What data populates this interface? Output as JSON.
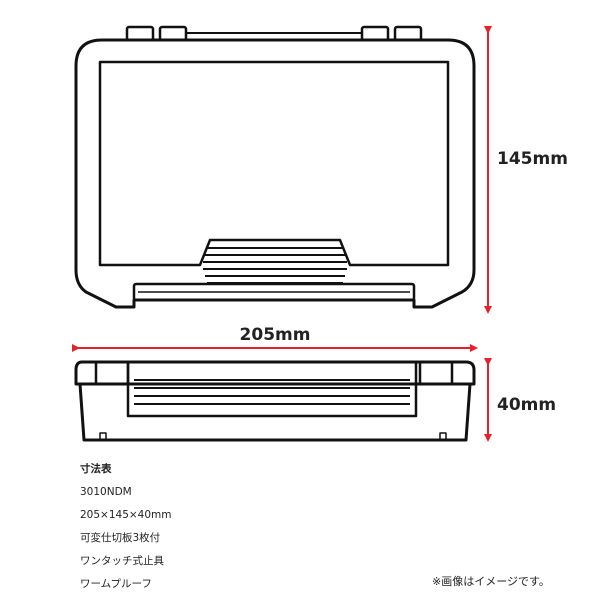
{
  "dimensions": {
    "height_label": "145mm",
    "width_label": "205mm",
    "depth_label": "40mm"
  },
  "specs": {
    "title": "寸法表",
    "lines": [
      "3010NDM",
      "205×145×40mm",
      "可変仕切板3枚付",
      "ワンタッチ式止具",
      "ワームプルーフ"
    ]
  },
  "note": "※画像はイメージです。",
  "colors": {
    "arrow": "#e8202a",
    "outline": "#111111",
    "text": "#222222"
  }
}
